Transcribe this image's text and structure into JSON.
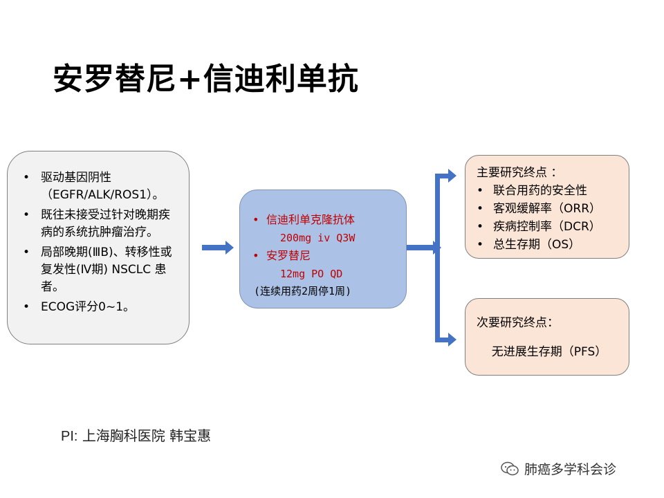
{
  "title": "安罗替尼+信迪利单抗",
  "inclusion": {
    "items": [
      "驱动基因阴性（EGFR/ALK/ROS1）。",
      "既往未接受过针对晚期疾病的系统抗肿瘤治疗。",
      "局部晚期(ⅢB)、转移性或复发性(Ⅳ期) NSCLC 患者。",
      "ECOG评分0~1。"
    ]
  },
  "treatment": {
    "drug1_name": "信迪利单克隆抗体",
    "drug1_dose": "200mg iv  Q3W",
    "drug2_name": "安罗替尼",
    "drug2_dose": "12mg  PO   QD",
    "schedule": "(连续用药2周停1周)"
  },
  "primary_endpoint": {
    "title": "主要研究终点 ：",
    "items": [
      "联合用药的安全性",
      "客观缓解率（ORR）",
      "疾病控制率（DCR）",
      "总生存期（OS）"
    ]
  },
  "secondary_endpoint": {
    "title": "次要研究终点：",
    "item": "无进展生存期（PFS）"
  },
  "pi": {
    "label": "PI:",
    "name": "上海胸科医院 韩宝惠"
  },
  "watermark": "肺癌多学科会诊",
  "colors": {
    "arrow": "#4472c4",
    "center_box": "#abc1e6",
    "endpoint_box": "#fbe5d6",
    "left_box": "#f2f2f2",
    "accent_red": "#c00000"
  }
}
